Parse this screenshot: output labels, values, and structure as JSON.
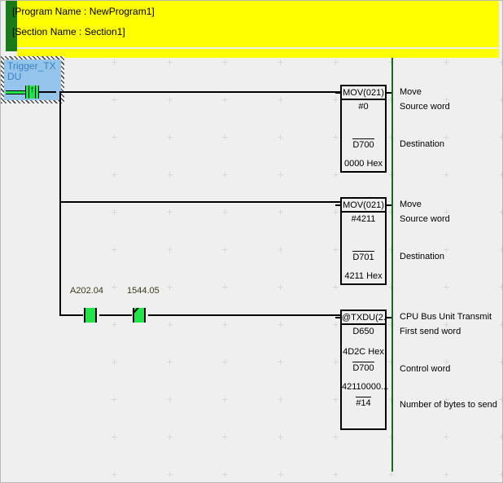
{
  "header": {
    "program_line": "[Program Name : NewProgram1]",
    "section_line": "[Section Name : Section1]",
    "banner_color": "#ffff00",
    "marker_color": "#1a7a1a"
  },
  "rail": {
    "right_rail_color": "#1a6b1a"
  },
  "trigger": {
    "label": "Trigger_TXDU",
    "type": "up-differentiated-contact",
    "selected": true,
    "selection_color": "#95c5ea",
    "label_color": "#3a7fc8",
    "arrow_glyph": "↑",
    "power_color": "#22e34a"
  },
  "contacts": [
    {
      "name": "A202.04",
      "type": "normally-open",
      "energized": true
    },
    {
      "name": "1544.05",
      "type": "normally-closed",
      "energized": true
    }
  ],
  "rungs": [
    {
      "id": "rung-1",
      "instruction": {
        "mnemonic": "MOV(021)",
        "description": "Move",
        "operands": [
          {
            "value": "#0",
            "overline": false,
            "description": "Source word"
          },
          {
            "value": "D700",
            "overline": true,
            "description": "Destination"
          },
          {
            "value": "0000 Hex",
            "overline": false,
            "description": ""
          }
        ]
      }
    },
    {
      "id": "rung-2",
      "instruction": {
        "mnemonic": "MOV(021)",
        "description": "Move",
        "operands": [
          {
            "value": "#4211",
            "overline": false,
            "description": "Source word"
          },
          {
            "value": "D701",
            "overline": true,
            "description": "Destination"
          },
          {
            "value": "4211 Hex",
            "overline": false,
            "description": ""
          }
        ]
      }
    },
    {
      "id": "rung-3",
      "instruction": {
        "mnemonic": "@TXDU(2...",
        "description": "CPU Bus Unit Transmit",
        "operands": [
          {
            "value": "D650",
            "overline": false,
            "description": "First send word"
          },
          {
            "value": "4D2C Hex",
            "overline": false,
            "description": ""
          },
          {
            "value": "D700",
            "overline": true,
            "description": "Control word"
          },
          {
            "value": "42110000...",
            "overline": false,
            "description": ""
          },
          {
            "value": "#14",
            "overline": true,
            "description": "Number of bytes to send"
          }
        ]
      }
    }
  ]
}
